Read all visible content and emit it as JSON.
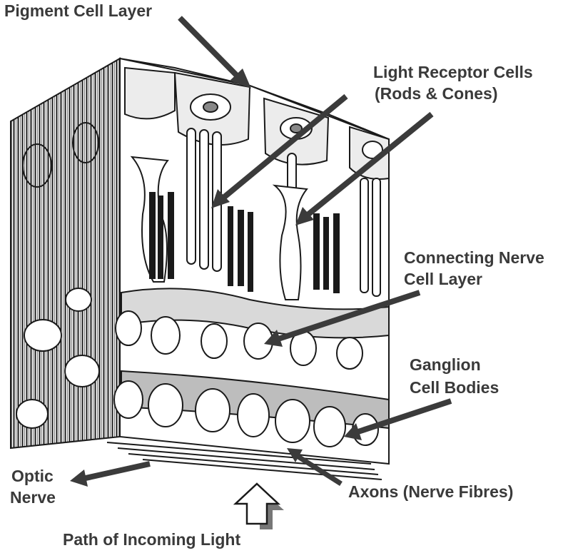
{
  "labels": {
    "pigment_cell_layer": "Pigment Cell Layer",
    "light_receptor_line1": "Light Receptor Cells",
    "light_receptor_line2": "(Rods & Cones)",
    "connecting_line1": "Connecting Nerve",
    "connecting_line2": "Cell Layer",
    "ganglion_line1": "Ganglion",
    "ganglion_line2": "Cell Bodies",
    "optic_line1": "Optic",
    "optic_line2": "Nerve",
    "axons": "Axons (Nerve Fibres)",
    "path_light": "Path of Incoming Light"
  },
  "colors": {
    "background": "#ffffff",
    "ink": "#1a1a1a",
    "arrow": "#3b3b3b",
    "text": "#3a3a3a",
    "shade": "#777777"
  }
}
